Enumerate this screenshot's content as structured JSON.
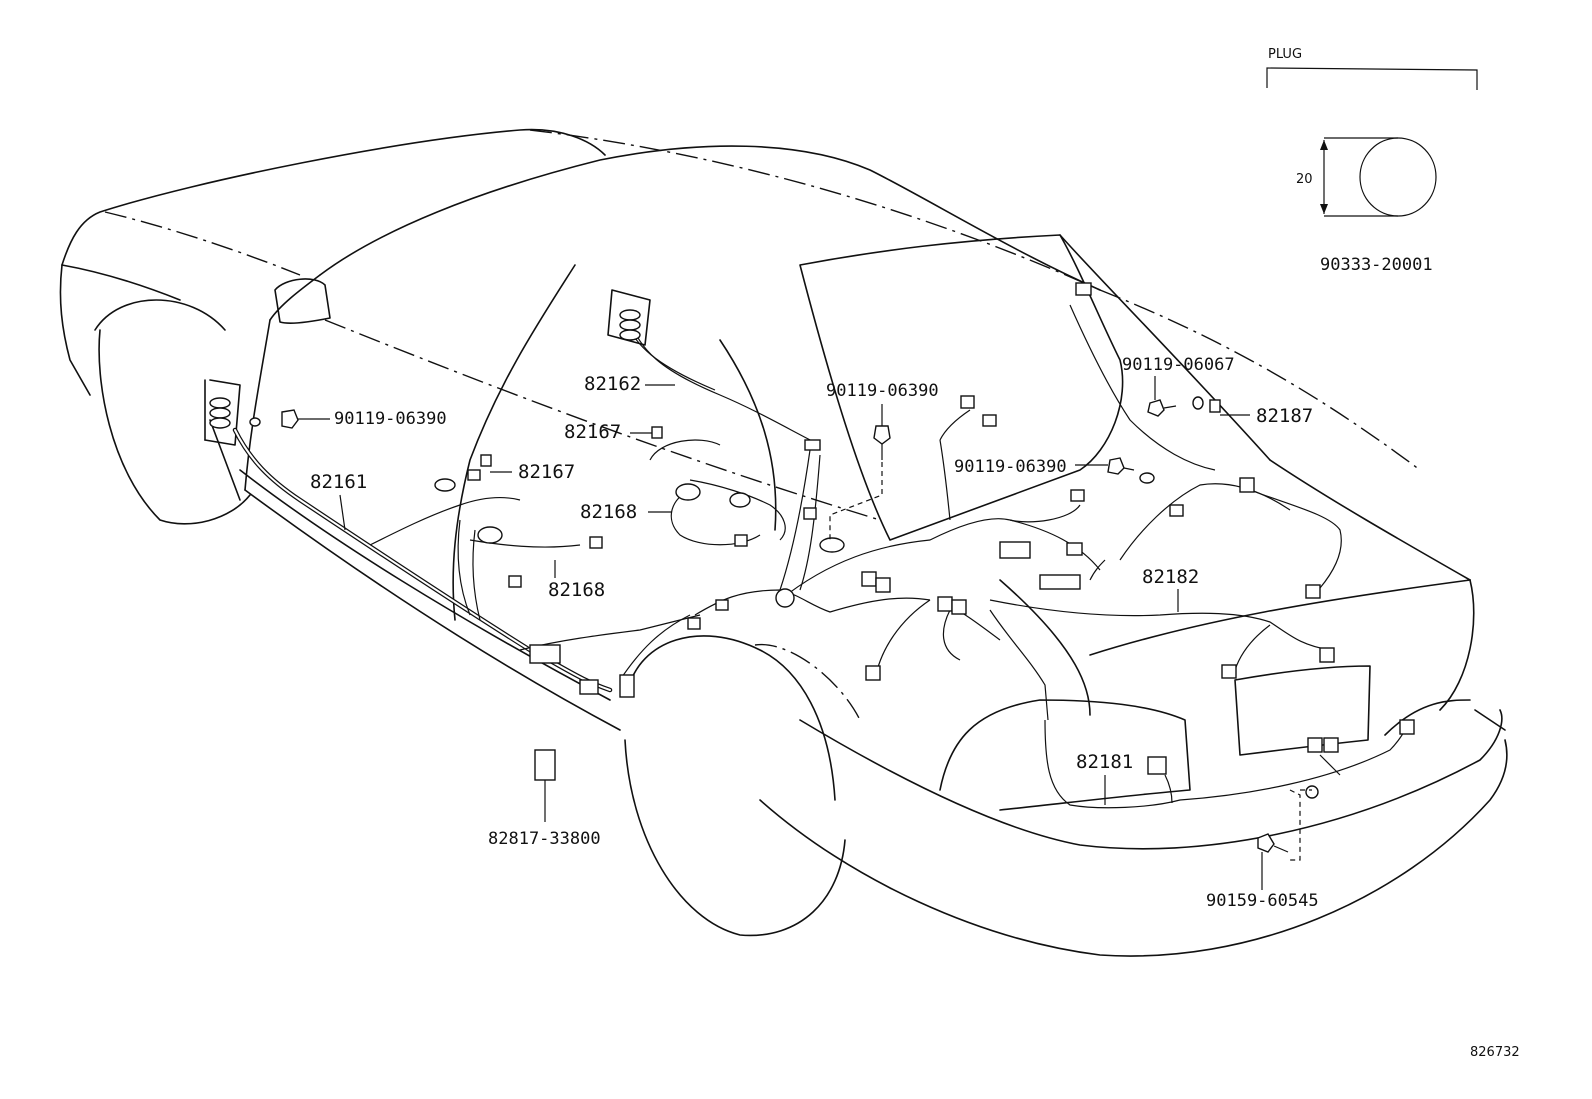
{
  "diagram": {
    "ref_number": "826732",
    "plug": {
      "title": "PLUG",
      "dimension": "20",
      "part": "90333-20001"
    },
    "parts": [
      {
        "id": "p82161",
        "text": "82161"
      },
      {
        "id": "p82162",
        "text": "82162"
      },
      {
        "id": "p82167a",
        "text": "82167"
      },
      {
        "id": "p82167b",
        "text": "82167"
      },
      {
        "id": "p82168a",
        "text": "82168"
      },
      {
        "id": "p82168b",
        "text": "82168"
      },
      {
        "id": "p82187",
        "text": "82187"
      },
      {
        "id": "p82182",
        "text": "82182"
      },
      {
        "id": "p82181",
        "text": "82181"
      },
      {
        "id": "p9011906390a",
        "text": "90119-06390"
      },
      {
        "id": "p9011906390b",
        "text": "90119-06390"
      },
      {
        "id": "p9011906390c",
        "text": "90119-06390"
      },
      {
        "id": "p9011906067",
        "text": "90119-06067"
      },
      {
        "id": "p9015960545",
        "text": "90159-60545"
      },
      {
        "id": "p8281733800",
        "text": "82817-33800"
      }
    ]
  }
}
